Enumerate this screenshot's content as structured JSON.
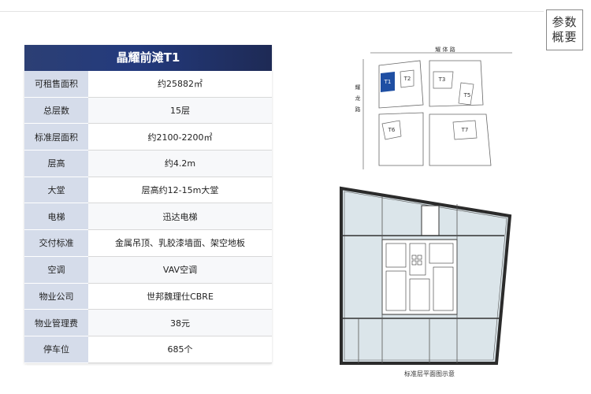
{
  "badge": {
    "line1": "参数",
    "line2": "概要"
  },
  "table": {
    "title": "晶耀前滩T1",
    "rows": [
      {
        "label": "可租售面积",
        "value": "约25882㎡"
      },
      {
        "label": "总层数",
        "value": "15层"
      },
      {
        "label": "标准层面积",
        "value": "约2100-2200㎡"
      },
      {
        "label": "层高",
        "value": "约4.2m"
      },
      {
        "label": "大堂",
        "value": "层高约12-15m大堂"
      },
      {
        "label": "电梯",
        "value": "迅达电梯"
      },
      {
        "label": "交付标准",
        "value": "金属吊顶、乳胶漆墙面、架空地板"
      },
      {
        "label": "空调",
        "value": "VAV空调"
      },
      {
        "label": "物业公司",
        "value": "世邦魏理仕CBRE"
      },
      {
        "label": "物业管理费",
        "value": "38元"
      },
      {
        "label": "停车位",
        "value": "685个"
      }
    ]
  },
  "site_map": {
    "road_top": "耀 体 路",
    "road_left": [
      "耀",
      "龙",
      "路"
    ],
    "buildings": [
      "T1",
      "T2",
      "T3",
      "T5",
      "T6",
      "T7"
    ],
    "highlight_color": "#1f4fa3"
  },
  "floor_plan": {
    "caption": "标准层平面图示意"
  },
  "colors": {
    "header": "#233a7d",
    "label_bg": "#d5dcea",
    "plan_fill": "#dbe5ea"
  }
}
